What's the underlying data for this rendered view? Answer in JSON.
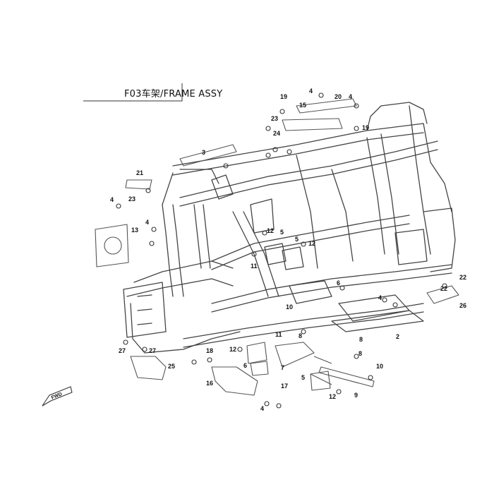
{
  "title": "F03车架/FRAME ASSY",
  "fwd_label": "FWD",
  "colors": {
    "line": "#444444",
    "part": "#555555",
    "text": "#111111"
  },
  "callouts": [
    {
      "id": "c19a",
      "text": "19"
    },
    {
      "id": "c4a",
      "text": "4"
    },
    {
      "id": "c20",
      "text": "20"
    },
    {
      "id": "c4b",
      "text": "4"
    },
    {
      "id": "c15",
      "text": "15"
    },
    {
      "id": "c19b",
      "text": "19"
    },
    {
      "id": "c23a",
      "text": "23"
    },
    {
      "id": "c24",
      "text": "24"
    },
    {
      "id": "c3",
      "text": "3"
    },
    {
      "id": "c21",
      "text": "21"
    },
    {
      "id": "c23b",
      "text": "23"
    },
    {
      "id": "c4c",
      "text": "4"
    },
    {
      "id": "c13",
      "text": "13"
    },
    {
      "id": "c4d",
      "text": "4"
    },
    {
      "id": "c12a",
      "text": "12"
    },
    {
      "id": "c5a",
      "text": "5"
    },
    {
      "id": "c5b",
      "text": "5"
    },
    {
      "id": "c12b",
      "text": "12"
    },
    {
      "id": "c11a",
      "text": "11"
    },
    {
      "id": "c6",
      "text": "6"
    },
    {
      "id": "c10a",
      "text": "10"
    },
    {
      "id": "c4e",
      "text": "4"
    },
    {
      "id": "c22a",
      "text": "22"
    },
    {
      "id": "c22b",
      "text": "22"
    },
    {
      "id": "c26",
      "text": "26"
    },
    {
      "id": "c2",
      "text": "2"
    },
    {
      "id": "c11b",
      "text": "11"
    },
    {
      "id": "c8a",
      "text": "8"
    },
    {
      "id": "c8b",
      "text": "8"
    },
    {
      "id": "c27a",
      "text": "27"
    },
    {
      "id": "c27b",
      "text": "27"
    },
    {
      "id": "c18",
      "text": "18"
    },
    {
      "id": "c12c",
      "text": "12"
    },
    {
      "id": "c6b",
      "text": "6"
    },
    {
      "id": "c7",
      "text": "7"
    },
    {
      "id": "c8c",
      "text": "8"
    },
    {
      "id": "c10b",
      "text": "10"
    },
    {
      "id": "c25",
      "text": "25"
    },
    {
      "id": "c16",
      "text": "16"
    },
    {
      "id": "c5c",
      "text": "5"
    },
    {
      "id": "c17",
      "text": "17"
    },
    {
      "id": "c12d",
      "text": "12"
    },
    {
      "id": "c9",
      "text": "9"
    },
    {
      "id": "c4f",
      "text": "4"
    }
  ]
}
